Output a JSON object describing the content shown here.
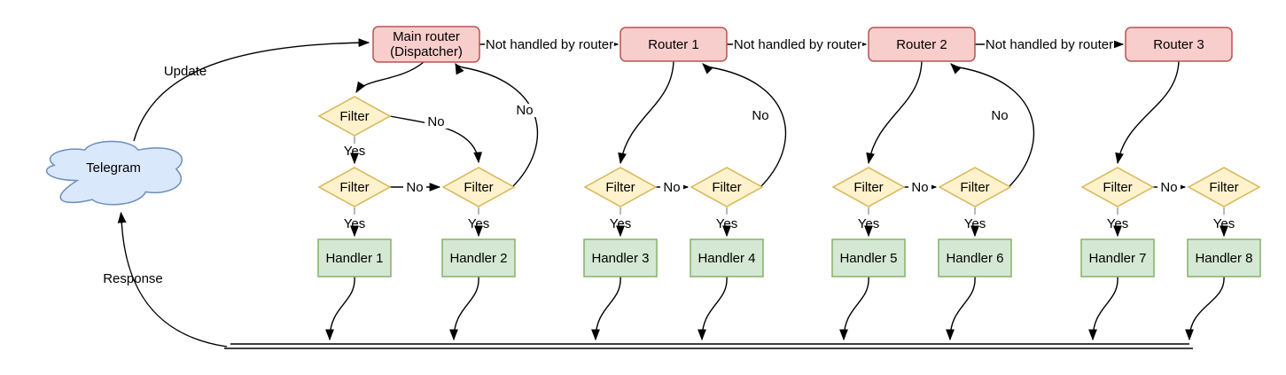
{
  "colors": {
    "background": "#ffffff",
    "edge_color": "#000000",
    "stub_color": "#999999",
    "router_fill": "#f8cecc",
    "router_stroke": "#b85450",
    "filter_fill": "#fff2cc",
    "filter_stroke": "#d6b656",
    "handler_fill": "#d5e8d4",
    "handler_stroke": "#82b366",
    "cloud_fill": "#dae8fc",
    "cloud_stroke": "#6c8ebf"
  },
  "cloud": {
    "label": "Telegram"
  },
  "main_router": {
    "line1": "Main router",
    "line2": "(Dispatcher)"
  },
  "routers": [
    "Router 1",
    "Router 2",
    "Router 3"
  ],
  "handlers": [
    "Handler 1",
    "Handler 2",
    "Handler 3",
    "Handler 4",
    "Handler 5",
    "Handler 6",
    "Handler 7",
    "Handler 8"
  ],
  "labels": {
    "filter": "Filter",
    "yes": "Yes",
    "no": "No",
    "not_handled": "Not handled by router",
    "update": "Update",
    "response": "Response"
  }
}
